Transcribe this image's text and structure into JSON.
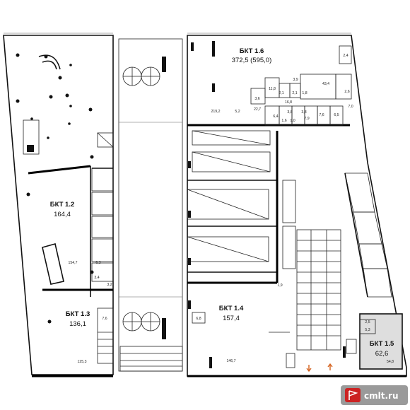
{
  "units": [
    {
      "name": "БКТ 1.6",
      "area": "372,5 (595,0)"
    },
    {
      "name": "БКТ 1.2",
      "area": "164,4"
    },
    {
      "name": "БКТ 1.3",
      "area": "136,1"
    },
    {
      "name": "БКТ 1.4",
      "area": "157,4"
    },
    {
      "name": "БКТ 1.5",
      "area": "62,6"
    }
  ],
  "rooms": [
    "11,8",
    "2,1",
    "3,9",
    "2,1",
    "1,8",
    "43,4",
    "2,6",
    "2,4",
    "3,6",
    "5,2",
    "16,8",
    "22,7",
    "219,2",
    "7,0",
    "6,4",
    "1,6",
    "1,0",
    "3,8",
    "3,8",
    "7,9",
    "7,6",
    "6,5",
    "154,7",
    "6,3",
    "3,4",
    "3,2",
    "7,6",
    "125,3",
    "6,8",
    "146,7",
    "2,5",
    "5,3",
    "54,8",
    "1,9"
  ],
  "accent": "#d4601c",
  "watermark": {
    "text": "cmlt.ru",
    "icon": "red-flag-icon",
    "color": "#cc2222",
    "bg": "#888888"
  }
}
